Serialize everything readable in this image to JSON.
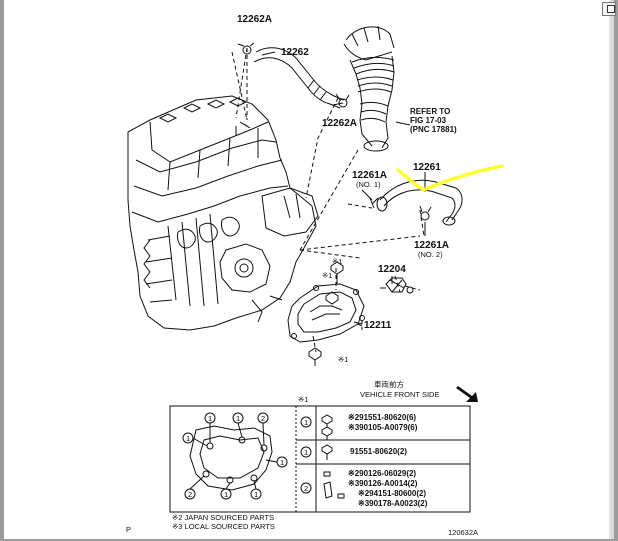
{
  "diagram": {
    "labels": {
      "p12262a_top": "12262A",
      "p12262": "12262",
      "p12262a_mid": "12262A",
      "refer_line1": "REFER TO",
      "refer_line2": "FIG 17-03",
      "refer_line3": "(PNC 17881)",
      "p12261": "12261",
      "p12261a_left": "12261A",
      "p12261a_left_no": "(NO. 1)",
      "p12261a_right": "12261A",
      "p12261a_right_no": "(NO. 2)",
      "p12204": "12204",
      "p12211": "12211",
      "mark1_a": "※1",
      "mark1_b": "※1",
      "mark1_c": "※1",
      "vehicle_front_jp": "車両前方",
      "vehicle_front_en": "VEHICLE FRONT SIDE",
      "bottom_left": "P",
      "figure_id": "120632A"
    },
    "table": {
      "header_mark": "※1",
      "circle_no": "1",
      "circle_no2": "2",
      "rows": [
        {
          "mark": "※2",
          "part": "91551-80620",
          "qty": "(6)"
        },
        {
          "mark": "※3",
          "part": "90105-A0079",
          "qty": "(6)"
        },
        {
          "mark": "",
          "part": "91551-80620",
          "qty": "(2)"
        },
        {
          "mark": "※2",
          "part": "90126-06029",
          "qty": "(2)"
        },
        {
          "mark": "※3",
          "part": "90126-A0014",
          "qty": "(2)"
        },
        {
          "mark": "※2",
          "part": "94151-80600",
          "qty": "(2)"
        },
        {
          "mark": "※3",
          "part": "90178-A0023",
          "qty": "(2)"
        }
      ],
      "legend_2": "※2 JAPAN SOURCED PARTS",
      "legend_3": "※3 LOCAL SOURCED PARTS"
    },
    "colors": {
      "highlight": "#ffff33",
      "ink": "#111111"
    }
  }
}
